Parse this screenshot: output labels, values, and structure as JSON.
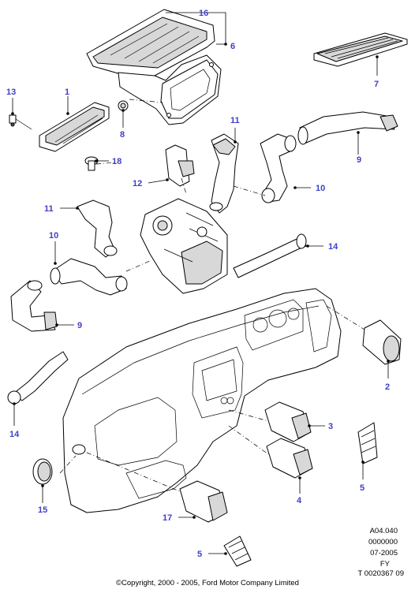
{
  "callouts": {
    "c1": "1",
    "c2": "2",
    "c3": "3",
    "c4": "4",
    "c5a": "5",
    "c5b": "5",
    "c6": "6",
    "c7": "7",
    "c8": "8",
    "c9a": "9",
    "c9b": "9",
    "c10a": "10",
    "c10b": "10",
    "c11a": "11",
    "c11b": "11",
    "c12": "12",
    "c13": "13",
    "c14a": "14",
    "c14b": "14",
    "c15": "15",
    "c16": "16",
    "c17": "17",
    "c18": "18"
  },
  "metadata": {
    "ref_code": "A04.040",
    "number": "0000000",
    "date": "07-2005",
    "market": "FY",
    "image_id": "T 0020367 09"
  },
  "copyright": "©Copyright, 2000 - 2005, Ford Motor Company Limited",
  "colors": {
    "callout": "#3f3fc8",
    "line": "#000000",
    "fill": "#ffffff"
  }
}
